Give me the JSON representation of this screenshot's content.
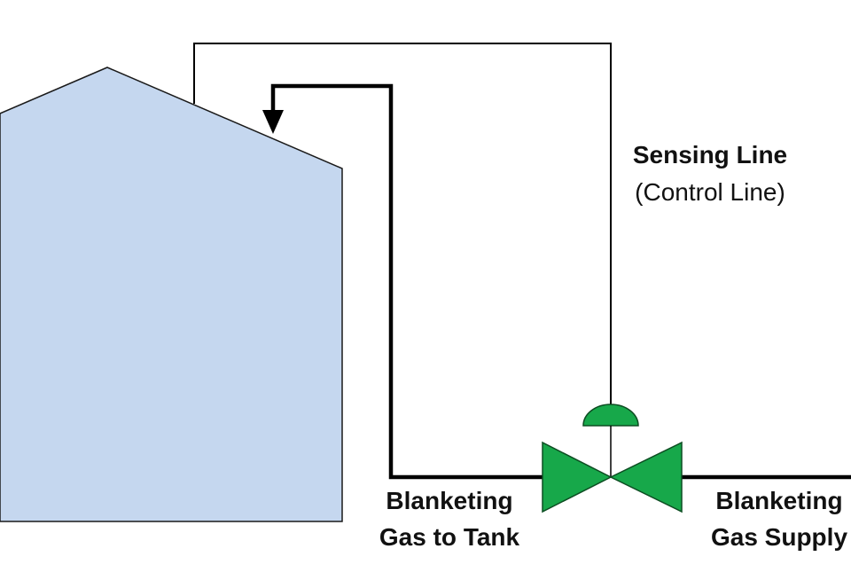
{
  "labels": {
    "sensing_line": "Sensing Line",
    "control_line": "(Control Line)",
    "to_tank_line1": "Blanketing",
    "to_tank_line2": "Gas to Tank",
    "supply_line1": "Blanketing",
    "supply_line2": "Gas Supply"
  },
  "colors": {
    "tank_fill": "#c5d7ef",
    "tank_stroke": "#1a1a1a",
    "valve_fill": "#17a84a",
    "valve_stroke": "#0d4d22",
    "line": "#000000"
  }
}
